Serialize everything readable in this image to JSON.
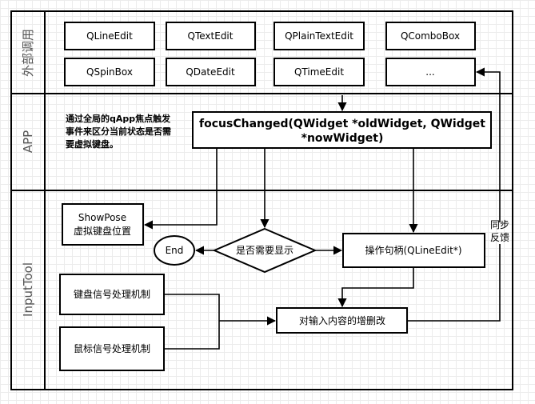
{
  "lanes": {
    "external": "外部调用",
    "app": "APP",
    "input_tool": "InputTool"
  },
  "widgets": {
    "qlineedit": "QLineEdit",
    "qtextedit": "QTextEdit",
    "qplaintextedit": "QPlainTextEdit",
    "qcombobox": "QComboBox",
    "qspinbox": "QSpinBox",
    "qdateedit": "QDateEdit",
    "qtimeedit": "QTimeEdit",
    "more": "..."
  },
  "app_note": {
    "line1": "通过全局的qApp焦点触发",
    "line2": "事件来区分当前状态是否需",
    "line3": "要虚拟键盘。"
  },
  "focus_signal": {
    "line1": "focusChanged(QWidget *oldWidget, QWidget",
    "line2": "*nowWidget)"
  },
  "show_pose": {
    "line1": "ShowPose",
    "line2": "虚拟键盘位置"
  },
  "end_label": "End",
  "decision_label": "是否需要显示",
  "handle_label": "操作句柄(QLineEdit*)",
  "keyboard_signal": "键盘信号处理机制",
  "mouse_signal": "鼠标信号处理机制",
  "content_edit": "对输入内容的增删改",
  "sync_feedback": {
    "line1": "同步",
    "line2": "反馈"
  }
}
